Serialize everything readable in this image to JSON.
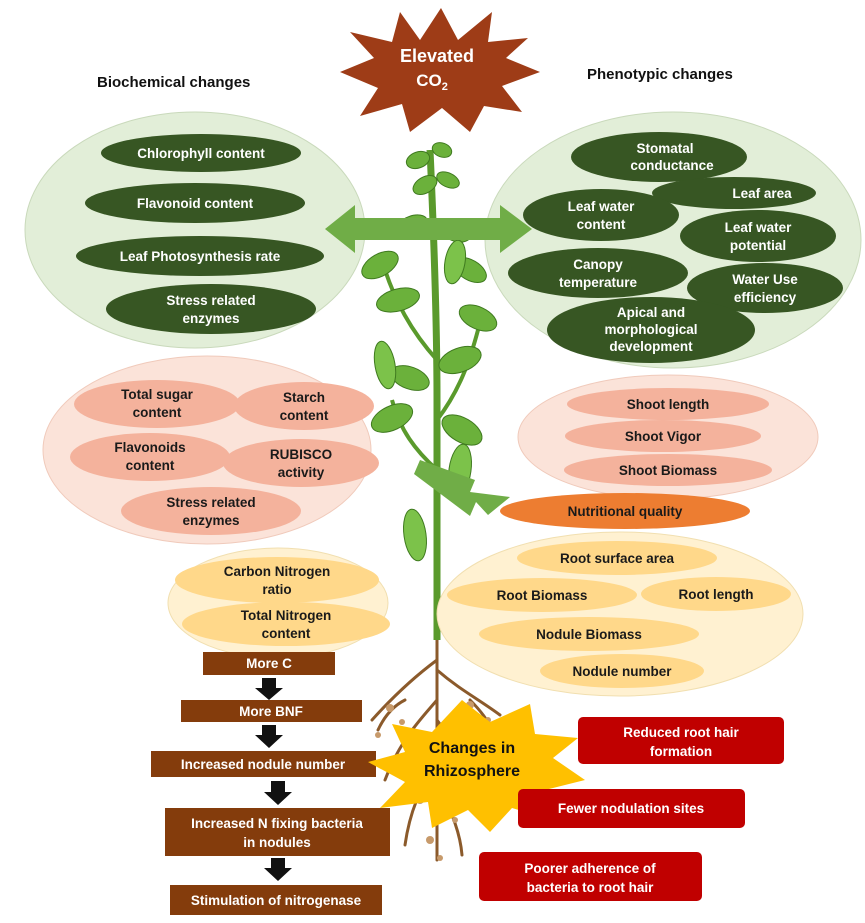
{
  "colors": {
    "dark_green": "#375623",
    "light_green_bg": "#e2eed8",
    "salmon": "#f4b29c",
    "salmon_bg": "#fbe3d9",
    "light_orange": "#ffd88a",
    "light_orange_bg": "#fff1d1",
    "orange": "#ed7d31",
    "brown": "#843c0c",
    "red": "#c00000",
    "yellow": "#ffc000",
    "star_brown": "#9e3c17"
  },
  "star": {
    "line1": "Elevated",
    "line2": "CO",
    "sub": "2"
  },
  "headings": {
    "left": "Biochemical changes",
    "right": "Phenotypic changes"
  },
  "biochemical_dark": [
    "Chlorophyll content",
    "Flavonoid content",
    "Leaf Photosynthesis rate",
    [
      "Stress related",
      "enzymes"
    ]
  ],
  "phenotypic_dark": [
    [
      "Stomatal",
      "conductance"
    ],
    [
      "Leaf area"
    ],
    [
      "Leaf water",
      "content"
    ],
    [
      "Leaf water",
      "potential"
    ],
    [
      "Canopy",
      "temperature"
    ],
    [
      "Water Use",
      "efficiency"
    ],
    [
      "Apical and",
      "morphological",
      "development"
    ]
  ],
  "biochemical_salmon": [
    [
      "Total sugar",
      "content"
    ],
    [
      "Starch",
      "content"
    ],
    [
      "Flavonoids",
      "content"
    ],
    [
      "RUBISCO",
      "activity"
    ],
    [
      "Stress related",
      "enzymes"
    ]
  ],
  "shoot": [
    "Shoot length",
    "Shoot Vigor",
    "Shoot Biomass"
  ],
  "nutritional": "Nutritional quality",
  "carbon": [
    [
      "Carbon Nitrogen",
      "ratio"
    ],
    [
      "Total Nitrogen",
      "content"
    ]
  ],
  "root": [
    "Root surface area",
    "Root Biomass",
    "Root length",
    "Nodule Biomass",
    "Nodule number"
  ],
  "flow": [
    "More C",
    "More BNF",
    "Increased nodule number",
    [
      "Increased N fixing bacteria",
      "in nodules"
    ],
    "Stimulation of nitrogenase"
  ],
  "rhizosphere": {
    "line1": "Changes in",
    "line2": "Rhizosphere"
  },
  "red_boxes": [
    [
      "Reduced root hair",
      "formation"
    ],
    [
      "Fewer nodulation sites"
    ],
    [
      "Poorer adherence of",
      "bacteria to root hair"
    ]
  ]
}
